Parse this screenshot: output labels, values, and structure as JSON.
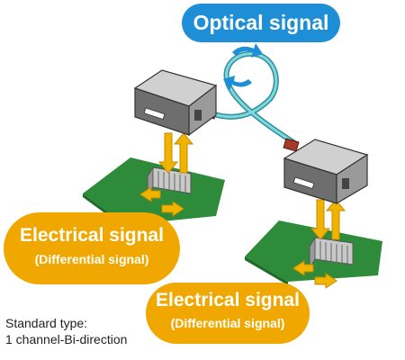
{
  "optical_label": "Optical signal",
  "electrical_labels": [
    {
      "main": "Electrical signal",
      "sub": "(Differential signal)"
    },
    {
      "main": "Electrical signal",
      "sub": "(Differential signal)"
    }
  ],
  "standard_type": {
    "line1": "Standard type:",
    "line2": "1 channel-Bi-direction"
  },
  "colors": {
    "optical_bubble": "#1e8fd6",
    "electrical_bubble": "#f0a800",
    "pcb": "#2e8b3a",
    "fiber": "#5fc8cf",
    "arrow": "#f0b400"
  }
}
